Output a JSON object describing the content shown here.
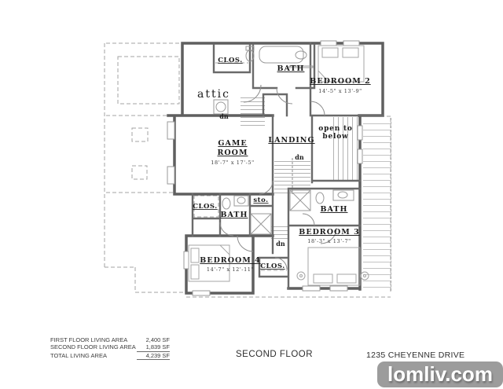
{
  "plan": {
    "rooms": {
      "attic": {
        "label": "attic"
      },
      "closet_top": {
        "label": "CLOS."
      },
      "bath_top": {
        "label": "BATH"
      },
      "bedroom2": {
        "name": "BEDROOM 2",
        "dims": "14'-5\" x 13'-9\""
      },
      "game_room": {
        "name_line1": "GAME",
        "name_line2": "ROOM",
        "dims": "18'-7\" x 17'-5\""
      },
      "landing": {
        "label": "LANDING"
      },
      "open_to_below": {
        "line1": "open to",
        "line2": "below"
      },
      "closet_left": {
        "label": "CLOS."
      },
      "bath_left": {
        "label": "BATH"
      },
      "storage": {
        "label": "sto."
      },
      "bath_right": {
        "label": "BATH"
      },
      "bedroom3": {
        "name": "BEDROOM 3",
        "dims": "18'-3\" x 13'-7\""
      },
      "bedroom4": {
        "name": "BEDROOM 4",
        "dims": "14'-7\" x 12'-11\""
      },
      "closet_bottom": {
        "label": "CLOS."
      },
      "stair_note_1": "dn",
      "stair_note_2": "dn",
      "stair_note_3": "dn"
    }
  },
  "area_table": {
    "rows": [
      {
        "label": "FIRST FLOOR LIVING AREA",
        "value": "2,400 SF"
      },
      {
        "label": "SECOND FLOOR LIVING AREA",
        "value": "1,839 SF"
      },
      {
        "label": "TOTAL LIVING AREA",
        "value": "4,239 SF"
      }
    ]
  },
  "title_block": {
    "sheet_title": "SECOND FLOOR",
    "address": "1235 CHEYENNE DRIVE"
  },
  "watermark": {
    "text": "lomliv.com",
    "bg_color": "#9c9c9c",
    "text_color": "#ffffff"
  }
}
